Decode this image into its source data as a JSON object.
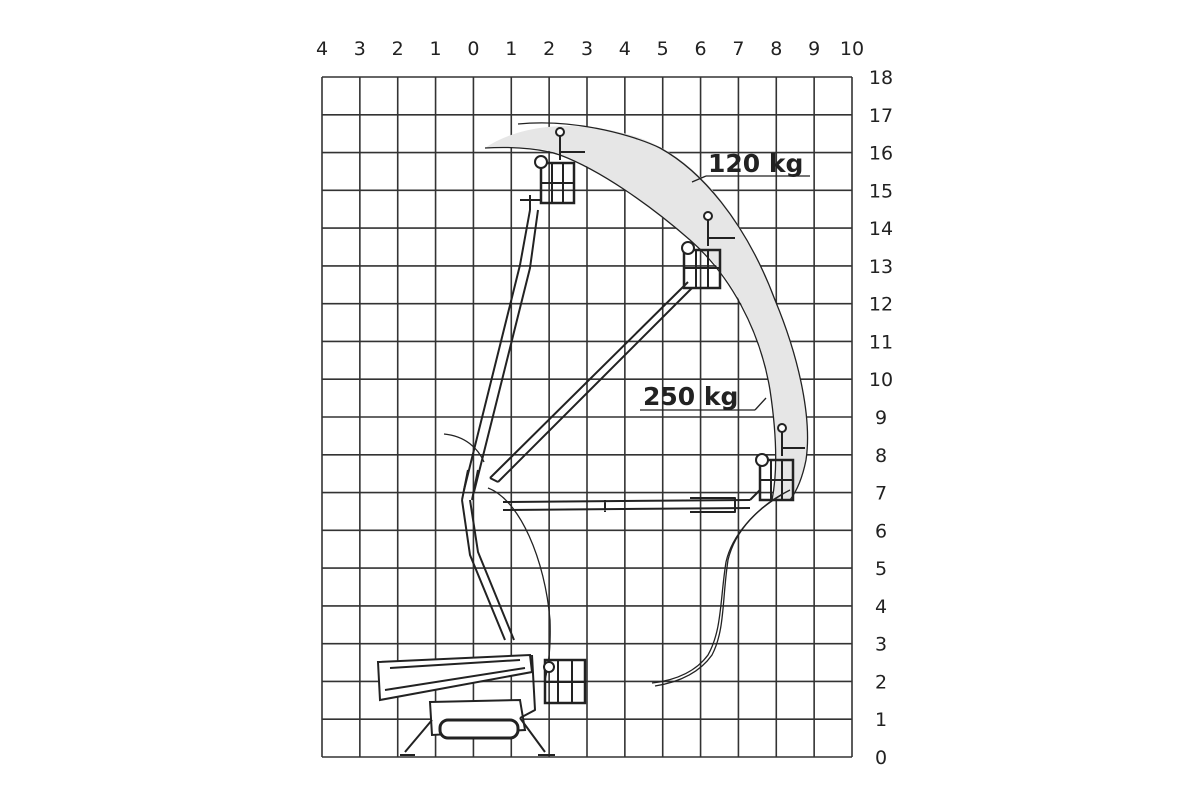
{
  "diagram": {
    "title": "Working range diagram",
    "x_axis": {
      "labels": [
        "4",
        "3",
        "2",
        "1",
        "0",
        "1",
        "2",
        "3",
        "4",
        "5",
        "6",
        "7",
        "8",
        "9",
        "10"
      ],
      "range": [
        -4,
        10
      ],
      "unit": "m"
    },
    "y_axis": {
      "labels": [
        "18",
        "17",
        "16",
        "15",
        "14",
        "13",
        "12",
        "11",
        "10",
        "9",
        "8",
        "7",
        "6",
        "5",
        "4",
        "3",
        "2",
        "1",
        "0"
      ],
      "range": [
        0,
        18
      ],
      "unit": "m"
    },
    "load_zones": [
      {
        "label": "120 kg",
        "fill": "#e6e6e6"
      },
      {
        "label": "250 kg",
        "fill": "#ffffff"
      }
    ],
    "colors": {
      "grid": "#333333",
      "envelope_fill": "#e6e6e6",
      "line": "#222222"
    }
  }
}
